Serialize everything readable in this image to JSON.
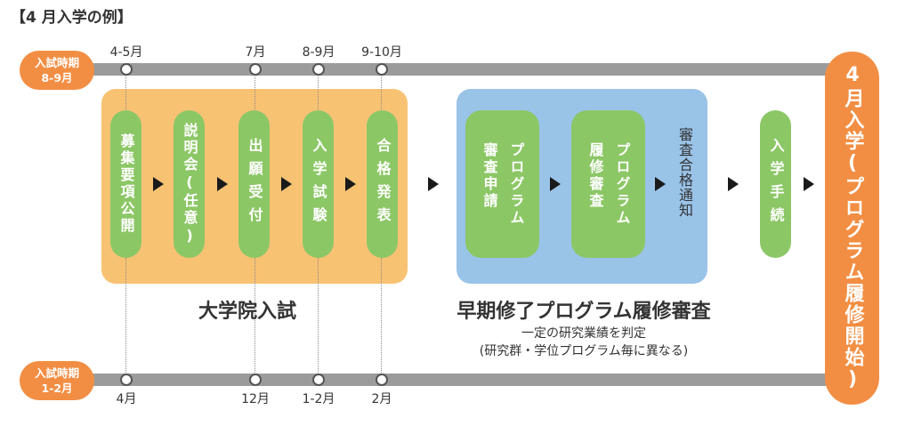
{
  "title": "【4 月入学の例】",
  "top_row": {
    "label_line1": "入試時期",
    "label_line2": "8-9月",
    "dates": [
      "4-5月",
      "7月",
      "8-9月",
      "9-10月"
    ]
  },
  "bottom_row": {
    "label_line1": "入試時期",
    "label_line2": "1-2月",
    "dates": [
      "4月",
      "12月",
      "1-2月",
      "2月"
    ]
  },
  "grad_exam": {
    "label": "大学院入試",
    "steps": [
      "募集要項公開",
      "説明会(任意)",
      "出願受付",
      "入学試験",
      "合格発表"
    ]
  },
  "early_review": {
    "label": "早期修了プログラム履修審査",
    "note_line1": "一定の研究業績を判定",
    "note_line2": "(研究群・学位プログラム毎に異なる)",
    "step1_col1": "プログラム",
    "step1_col2": "審査申請",
    "step2_col1": "プログラム",
    "step2_col2": "履修審査",
    "result": "審査合格通知"
  },
  "enrollment": {
    "step": "入学手続"
  },
  "final": {
    "label": "4月入学(プログラム履修開始)"
  },
  "colors": {
    "orange": "#f28e43",
    "panel_orange": "#f8c273",
    "panel_blue": "#9ac3e8",
    "green": "#8cc766",
    "track": "#9b9b9b"
  }
}
